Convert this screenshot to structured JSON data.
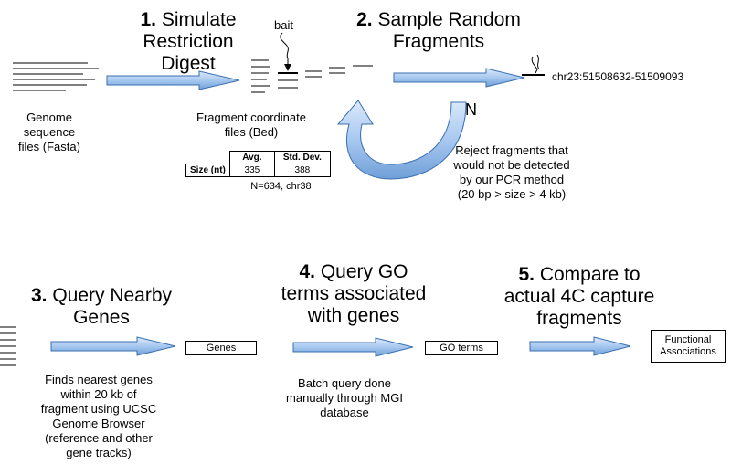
{
  "step1": {
    "number": "1.",
    "title_line1": "Simulate",
    "title_line2": "Restriction Digest"
  },
  "step2": {
    "number": "2.",
    "title_line1": "Sample Random",
    "title_line2": "Fragments"
  },
  "step3": {
    "number": "3.",
    "title_line1": "Query Nearby",
    "title_line2": "Genes"
  },
  "step4": {
    "number": "4.",
    "title_line1": "Query GO",
    "title_line2": "terms associated",
    "title_line3": "with genes"
  },
  "step5": {
    "number": "5.",
    "title_line1": "Compare to",
    "title_line2": "actual 4C capture",
    "title_line3": "fragments"
  },
  "bait_label": "bait",
  "genome_caption": {
    "line1": "Genome sequence",
    "line2": "files (Fasta)"
  },
  "fragment_caption": {
    "line1": "Fragment coordinate",
    "line2": "files (Bed)"
  },
  "stats_table": {
    "headers": [
      "Avg.",
      "Std. Dev."
    ],
    "row_label": "Size (nt)",
    "values": [
      "335",
      "388"
    ],
    "note": "N=634, chr38"
  },
  "coordinate_label": "chr23:51508632-51509093",
  "loop_label": "N",
  "reject_caption": {
    "line1": "Reject fragments that",
    "line2": "would not be detected",
    "line3": "by our PCR method",
    "line4": "(20 bp > size > 4 kb)"
  },
  "boxes": {
    "genes": "Genes",
    "go_terms": "GO terms",
    "functional_line1": "Functional",
    "functional_line2": "Associations"
  },
  "step3_caption": {
    "line1": "Finds nearest genes",
    "line2": "within 20 kb of",
    "line3": "fragment using UCSC",
    "line4": "Genome Browser",
    "line5": "(reference and other",
    "line6": "gene tracks)"
  },
  "step4_caption": {
    "line1": "Batch query done",
    "line2": "manually through MGI",
    "line3": "database"
  },
  "colors": {
    "arrow_fill": "#a8c8f0",
    "arrow_stroke": "#3a6fb0"
  }
}
